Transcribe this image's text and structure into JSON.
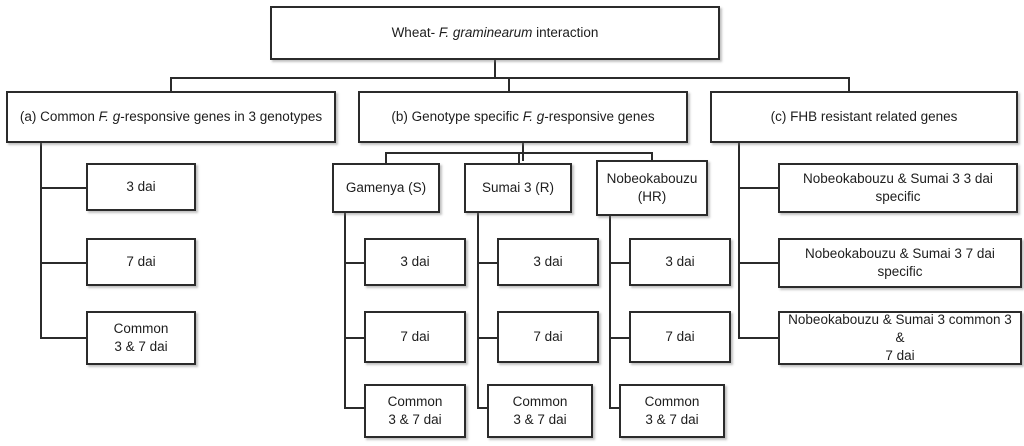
{
  "diagram": {
    "title_text": "Wheat- F. graminearum interaction",
    "root": {
      "prefix": "Wheat- ",
      "species": "F. graminearum",
      "suffix": " interaction"
    },
    "categories": [
      {
        "id": "a",
        "prefix": "(a) Common ",
        "italic_one": "F.",
        "mid": "  ",
        "italic_two": "g",
        "suffix": "-responsive genes in 3 genotypes"
      },
      {
        "id": "b",
        "prefix": "(b) Genotype specific ",
        "italic_one": "F.",
        "mid": "  ",
        "italic_two": "g",
        "suffix": "-responsive genes"
      },
      {
        "id": "c",
        "label": "(c) FHB resistant related genes"
      }
    ],
    "common_children": [
      {
        "label": "3 dai"
      },
      {
        "label": "7 dai"
      },
      {
        "label": "Common\n3 & 7 dai"
      }
    ],
    "genotypes": [
      {
        "name": "Gamenya (S)",
        "leaves": [
          {
            "label": "3 dai"
          },
          {
            "label": "7 dai"
          },
          {
            "label": "Common\n3 & 7 dai"
          }
        ]
      },
      {
        "name": "Sumai 3 (R)",
        "leaves": [
          {
            "label": "3 dai"
          },
          {
            "label": "7 dai"
          },
          {
            "label": "Common\n3 & 7 dai"
          }
        ]
      },
      {
        "name": "Nobeokabouzu\n(HR)",
        "leaves": [
          {
            "label": "3 dai"
          },
          {
            "label": "7 dai"
          },
          {
            "label": "Common\n3 & 7 dai"
          }
        ]
      }
    ],
    "fhb_children": [
      {
        "label": "Nobeokabouzu & Sumai 3 3 dai\nspecific"
      },
      {
        "label": "Nobeokabouzu & Sumai 3 7 dai specific"
      },
      {
        "label": "Nobeokabouzu & Sumai 3 common 3 &\n7 dai"
      }
    ],
    "colors": {
      "border": "#2b2b2b",
      "text": "#1d1d1d",
      "background": "#ffffff"
    }
  }
}
